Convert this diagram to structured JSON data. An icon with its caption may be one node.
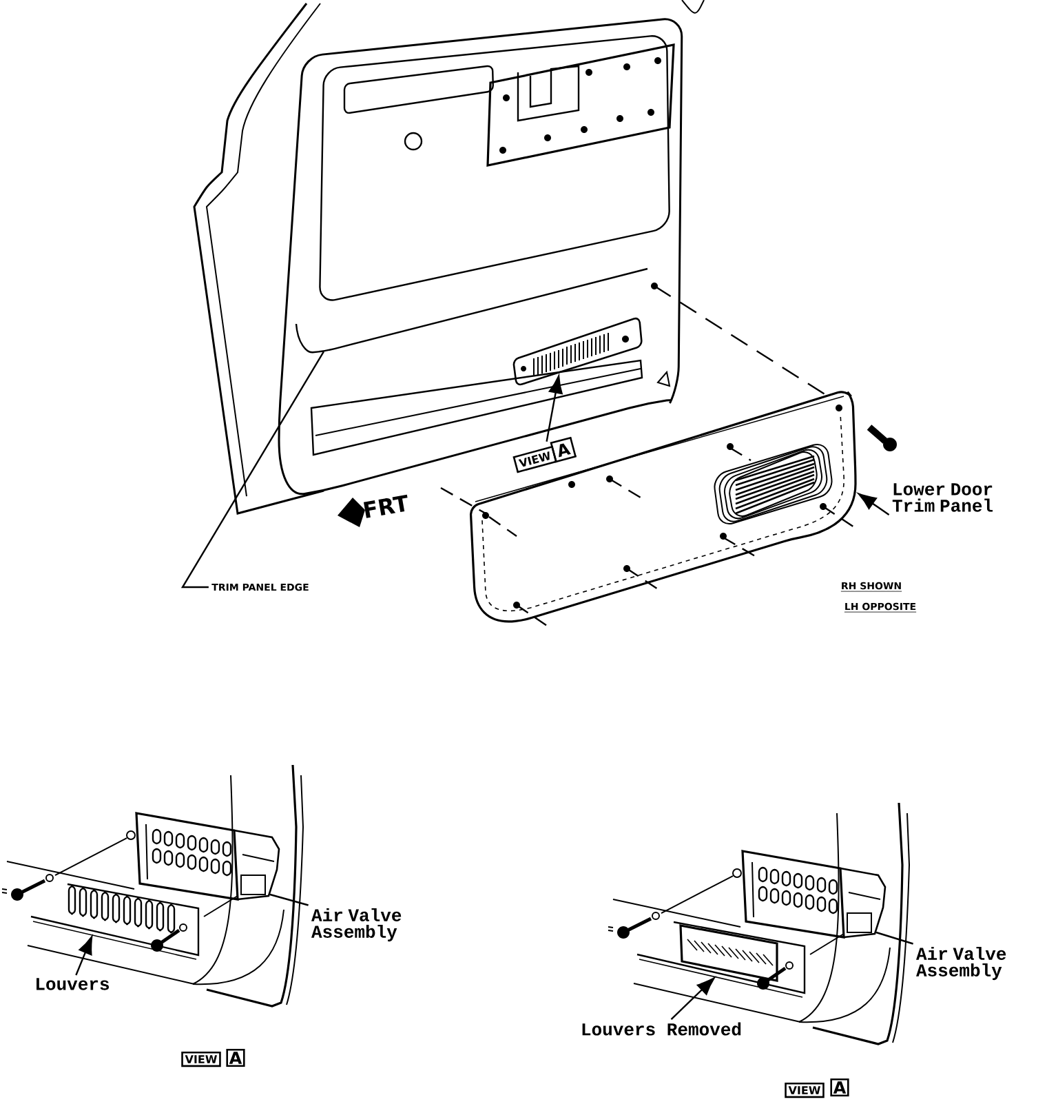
{
  "diagram": {
    "nodes": [
      {
        "text": [
          "Lower Door Trim Panel"
        ]
      },
      {
        "text": [],
        "shape": "picture"
      },
      {
        "text": [
          "TRIM PANEL EDGE"
        ]
      },
      {
        "text": [
          "VIEW",
          "A"
        ]
      },
      {
        "text": [],
        "shape": "picture"
      },
      {
        "text": [],
        "shape": "picture"
      },
      {
        "text": [],
        "shape": "picture"
      },
      {
        "text": [
          "Air Valve Assembly"
        ]
      },
      {
        "text": [
          "Louvers"
        ]
      },
      {
        "text": [],
        "shape": "picture"
      },
      {
        "text": [],
        "shape": "picture"
      },
      {
        "text": [
          "Air Valve Assembly"
        ]
      },
      {
        "text": [
          "Louvers Removed"
        ]
      }
    ],
    "edges": [
      {
        "from": 0,
        "to": 1,
        "arrow": "to"
      },
      {
        "from": 2,
        "to": null,
        "arrow": "none"
      },
      {
        "from": 3,
        "to": 4,
        "arrow": "to"
      },
      {
        "from": 7,
        "to": 5,
        "arrow": "none"
      },
      {
        "from": 8,
        "to": 6,
        "arrow": "to"
      },
      {
        "from": 11,
        "to": 9,
        "arrow": "none"
      },
      {
        "from": 12,
        "to": 10,
        "arrow": "to"
      }
    ],
    "labels": [
      "FRT",
      "RH SHOWN",
      "LH OPPOSITE",
      "VIEW",
      "A",
      "VIEW",
      "A"
    ]
  }
}
